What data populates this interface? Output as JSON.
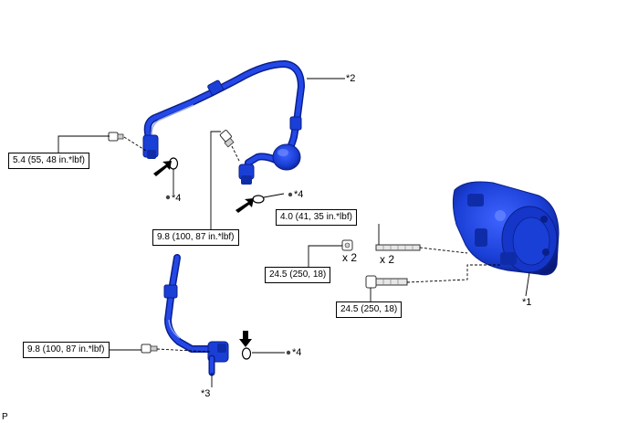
{
  "torque_specs": {
    "upper_left_bolt": "5.4 (55, 48 in.*lbf)",
    "center_bolt": "9.8 (100, 87 in.*lbf)",
    "lower_left_bolt": "9.8 (100, 87 in.*lbf)",
    "stud_bolt": "4.0 (41, 35 in.*lbf)",
    "nut": "24.5 (250, 18)",
    "lower_bolt": "24.5 (250, 18)"
  },
  "callouts": {
    "compressor": "*1",
    "discharge_hose": "*2",
    "suction_pipe": "*3",
    "o_ring": "*4"
  },
  "quantities": {
    "nut_qty": "x 2",
    "stud_qty": "x 2"
  },
  "corner_letter": "P",
  "colors": {
    "part_blue": "#1a3fd6",
    "part_dark": "#0a1f8a",
    "part_light": "#5b7cff",
    "line": "#000000"
  }
}
